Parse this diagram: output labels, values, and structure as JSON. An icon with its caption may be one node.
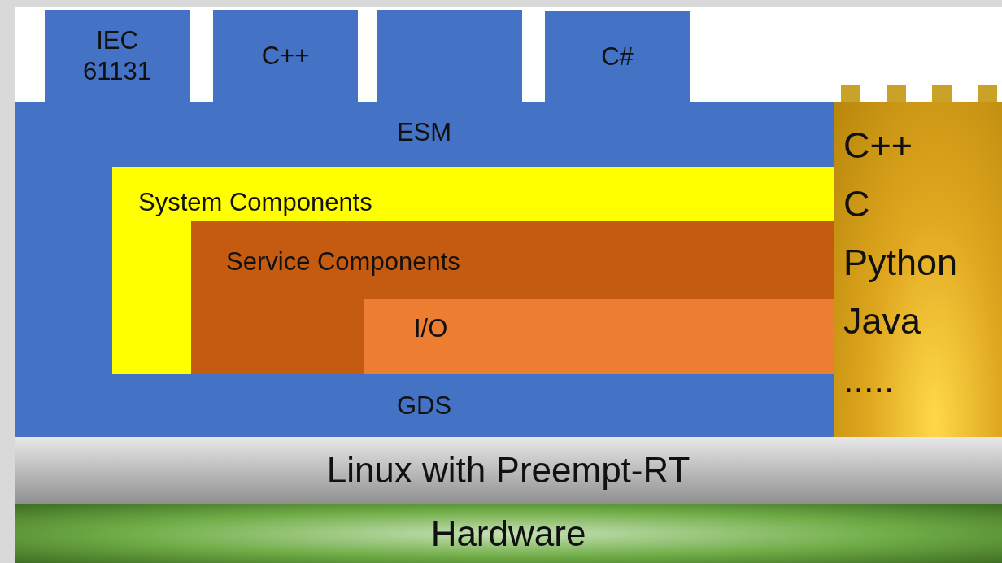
{
  "diagram": {
    "nodes": [
      {
        "text": [
          "IEC 61131"
        ]
      },
      {
        "text": [
          "C++"
        ]
      },
      {
        "text": [],
        "shape": "box"
      },
      {
        "text": [
          "C#"
        ]
      },
      {
        "text": [
          "ESM",
          "GDS"
        ]
      },
      {
        "text": [
          "System Components"
        ],
        "in": 4
      },
      {
        "text": [
          "Service Components"
        ],
        "in": 5
      },
      {
        "text": [
          "I/O"
        ],
        "in": 6
      },
      {
        "text": [
          "C++",
          "C",
          "Python",
          "Java",
          "....."
        ]
      },
      {
        "text": [
          "Linux with Preempt-RT"
        ]
      },
      {
        "text": [
          "Hardware"
        ]
      }
    ]
  }
}
